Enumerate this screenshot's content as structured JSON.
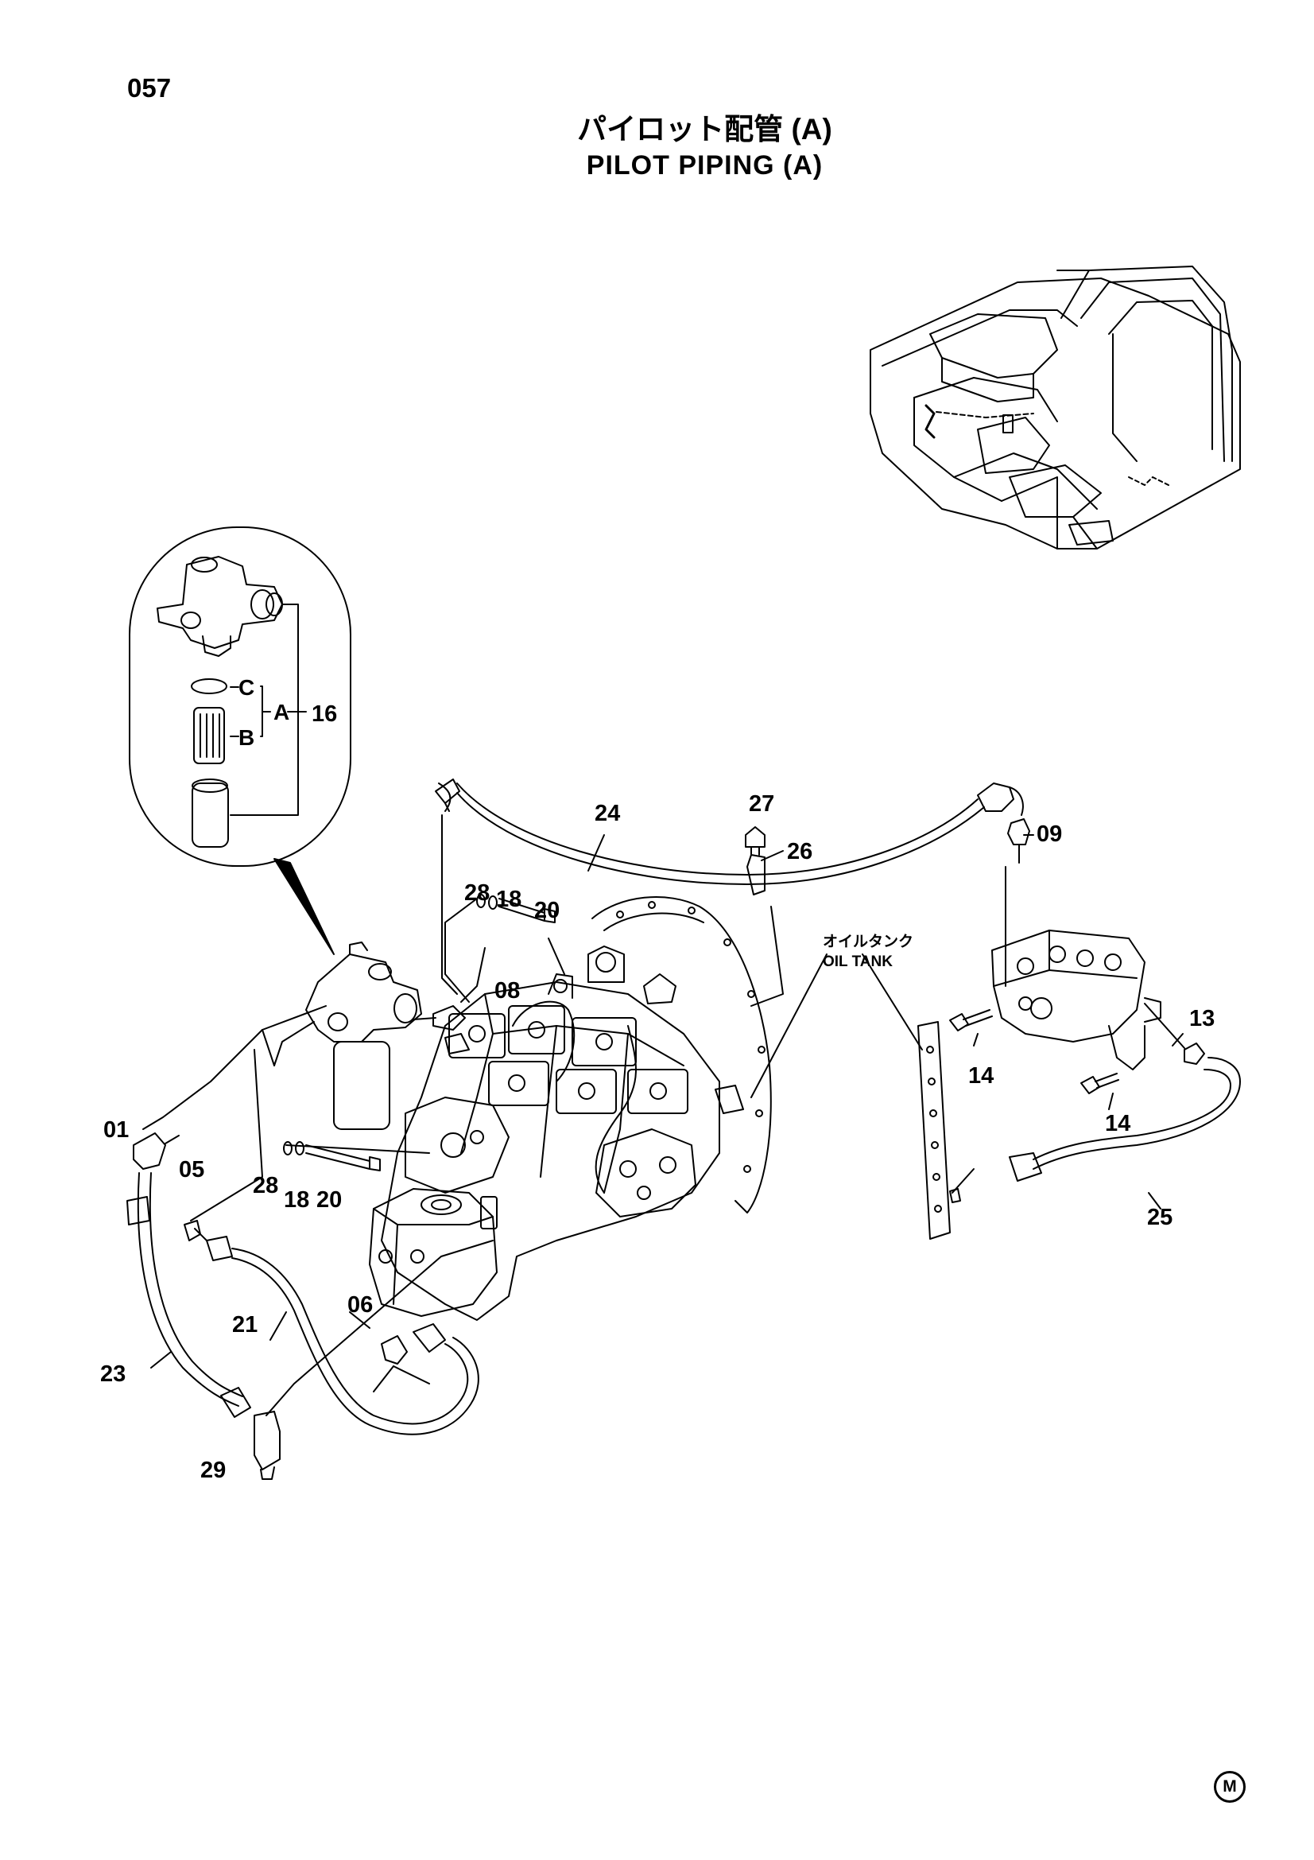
{
  "page": {
    "number": "057",
    "title_jp": "パイロット配管 (A)",
    "title_en": "PILOT PIPING (A)",
    "footer_mark": "M"
  },
  "diagram": {
    "labels": {
      "c": "C",
      "b": "B",
      "a": "A",
      "p16": "16",
      "p24": "24",
      "p27": "27",
      "p26": "26",
      "p09": "09",
      "p28_top": "28",
      "p18_top": "18",
      "p20_top": "20",
      "p08": "08",
      "p13": "13",
      "p14_a": "14",
      "p14_b": "14",
      "p25": "25",
      "p01": "01",
      "p05": "05",
      "p28_bot": "28",
      "p18_bot": "18",
      "p20_bot": "20",
      "p21": "21",
      "p06": "06",
      "p23": "23",
      "p29": "29"
    },
    "oil_tank_jp": "オイルタンク",
    "oil_tank_en": "OIL TANK"
  }
}
